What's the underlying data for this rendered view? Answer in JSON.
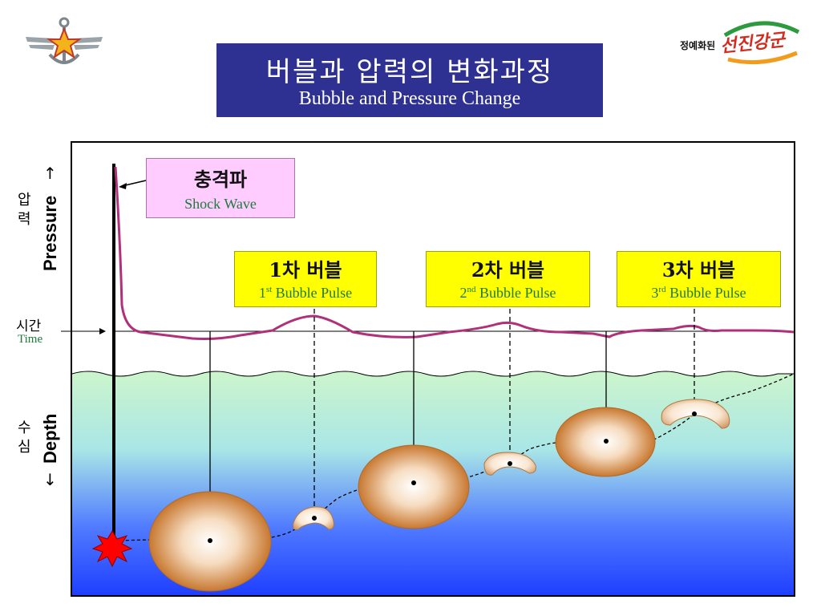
{
  "header": {
    "title_ko": "버블과 압력의 변화과정",
    "title_en": "Bubble and Pressure Change"
  },
  "logos": {
    "left_emblem": "anchor-star-wings-emblem",
    "right_slogan_prefix": "정예화된",
    "right_slogan_main": "선진강군"
  },
  "y_axis": {
    "pressure_ko": "압\n력",
    "pressure_en": "Pressure",
    "pressure_arrow": "↑",
    "time_ko": "시간",
    "time_en": "Time",
    "depth_ko": "수\n심",
    "depth_en": "Depth",
    "depth_arrow": "↓"
  },
  "callouts": {
    "shock": {
      "ko": "충격파",
      "en": "Shock Wave"
    },
    "bubble1": {
      "ko": "1차 버블",
      "en_num": "1",
      "en_sup": "st",
      "en_rest": " Bubble Pulse"
    },
    "bubble2": {
      "ko": "2차 버블",
      "en_num": "2",
      "en_sup": "nd",
      "en_rest": " Bubble Pulse"
    },
    "bubble3": {
      "ko": "3차 버블",
      "en_num": "3",
      "en_sup": "rd",
      "en_rest": " Bubble Pulse"
    }
  },
  "colors": {
    "title_bg": "#2e3192",
    "pressure_curve": "#b0307a",
    "callout_shock_bg": "#ffccff",
    "callout_bubble_bg": "#ffff00",
    "callout_en_text": "#1d7a3a",
    "water_top": "#ccf5cc",
    "water_bottom": "#1f3fff",
    "bubble_outer": "#c87830",
    "explosion": "#ff0000"
  }
}
